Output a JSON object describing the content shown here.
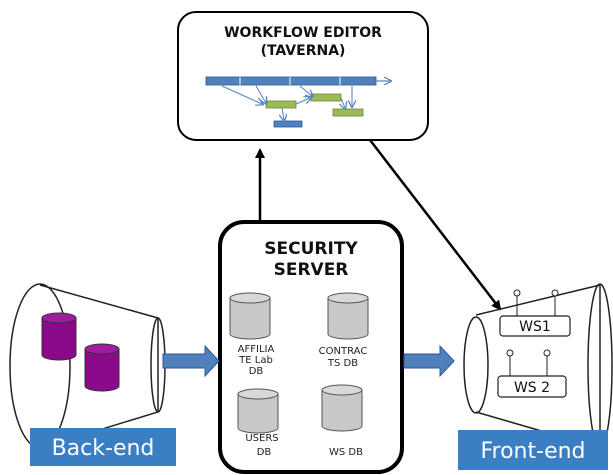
{
  "workflow_editor": {
    "title_line1": "WORKFLOW EDITOR",
    "title_line2": "(TAVERNA)"
  },
  "security_server": {
    "title_line1": "SECURITY",
    "title_line2": "SERVER",
    "databases": [
      {
        "lines": [
          "AFFILIA",
          "TE Lab",
          "DB"
        ]
      },
      {
        "lines": [
          "CONTRAC",
          "TS DB"
        ]
      },
      {
        "lines": [
          "USERS",
          "DB"
        ]
      },
      {
        "lines": [
          "WS DB"
        ]
      }
    ]
  },
  "back_end": {
    "label": "Back-end"
  },
  "front_end": {
    "label": "Front-end",
    "services": [
      "WS1",
      "WS 2"
    ]
  },
  "colors": {
    "banner": "#3a7ec4",
    "arrow_fill": "#4f81bd",
    "db_fill": "#c8c8c8",
    "backend_db_fill": "#8b0a8b",
    "bar_blue": "#4f81bd",
    "bar_green": "#9bbb59"
  }
}
